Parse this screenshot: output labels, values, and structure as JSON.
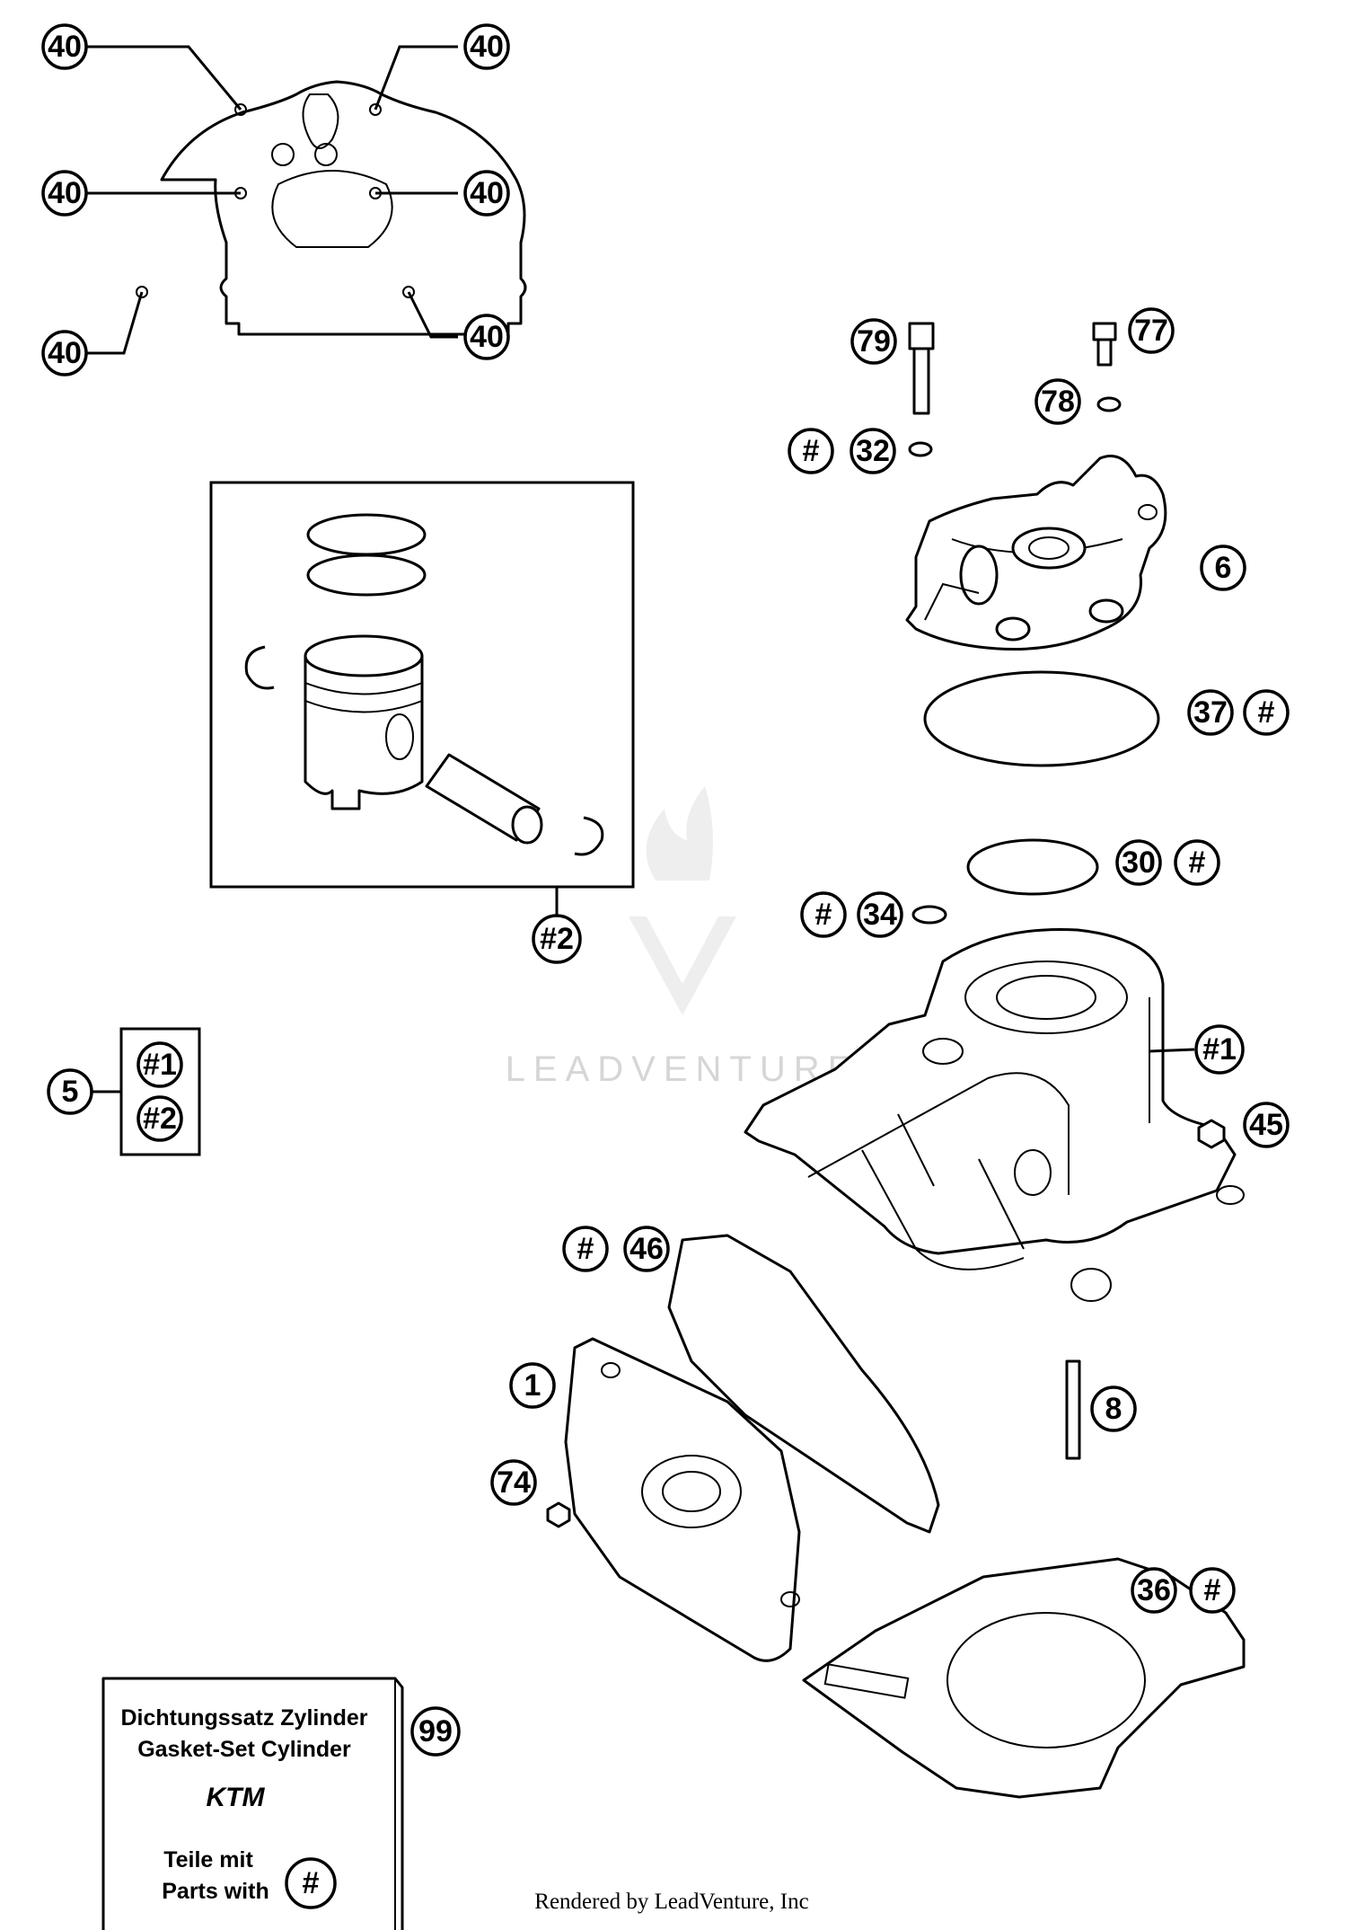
{
  "watermark": "LEADVENTURE",
  "footer": "Rendered by LeadVenture, Inc",
  "gasket_box": {
    "line1": "Dichtungssatz Zylinder",
    "line2": "Gasket-Set Cylinder",
    "brand": "KTM",
    "line3": "Teile mit",
    "line4": "Parts with",
    "symbol": "#"
  },
  "callouts": {
    "c40a": "40",
    "c40b": "40",
    "c40c": "40",
    "c40d": "40",
    "c40e": "40",
    "c40f": "40",
    "c79": "79",
    "c77": "77",
    "c78": "78",
    "c32h": "#",
    "c32": "32",
    "c6": "6",
    "c37": "37",
    "c37h": "#",
    "c30": "30",
    "c30h": "#",
    "c34h": "#",
    "c34": "34",
    "cpiston": "#2",
    "c5": "5",
    "c5a": "#1",
    "c5b": "#2",
    "c1cyl": "#1",
    "c45": "45",
    "c46h": "#",
    "c46": "46",
    "c1": "1",
    "c8": "8",
    "c74": "74",
    "c36": "36",
    "c36h": "#",
    "c99": "99"
  }
}
